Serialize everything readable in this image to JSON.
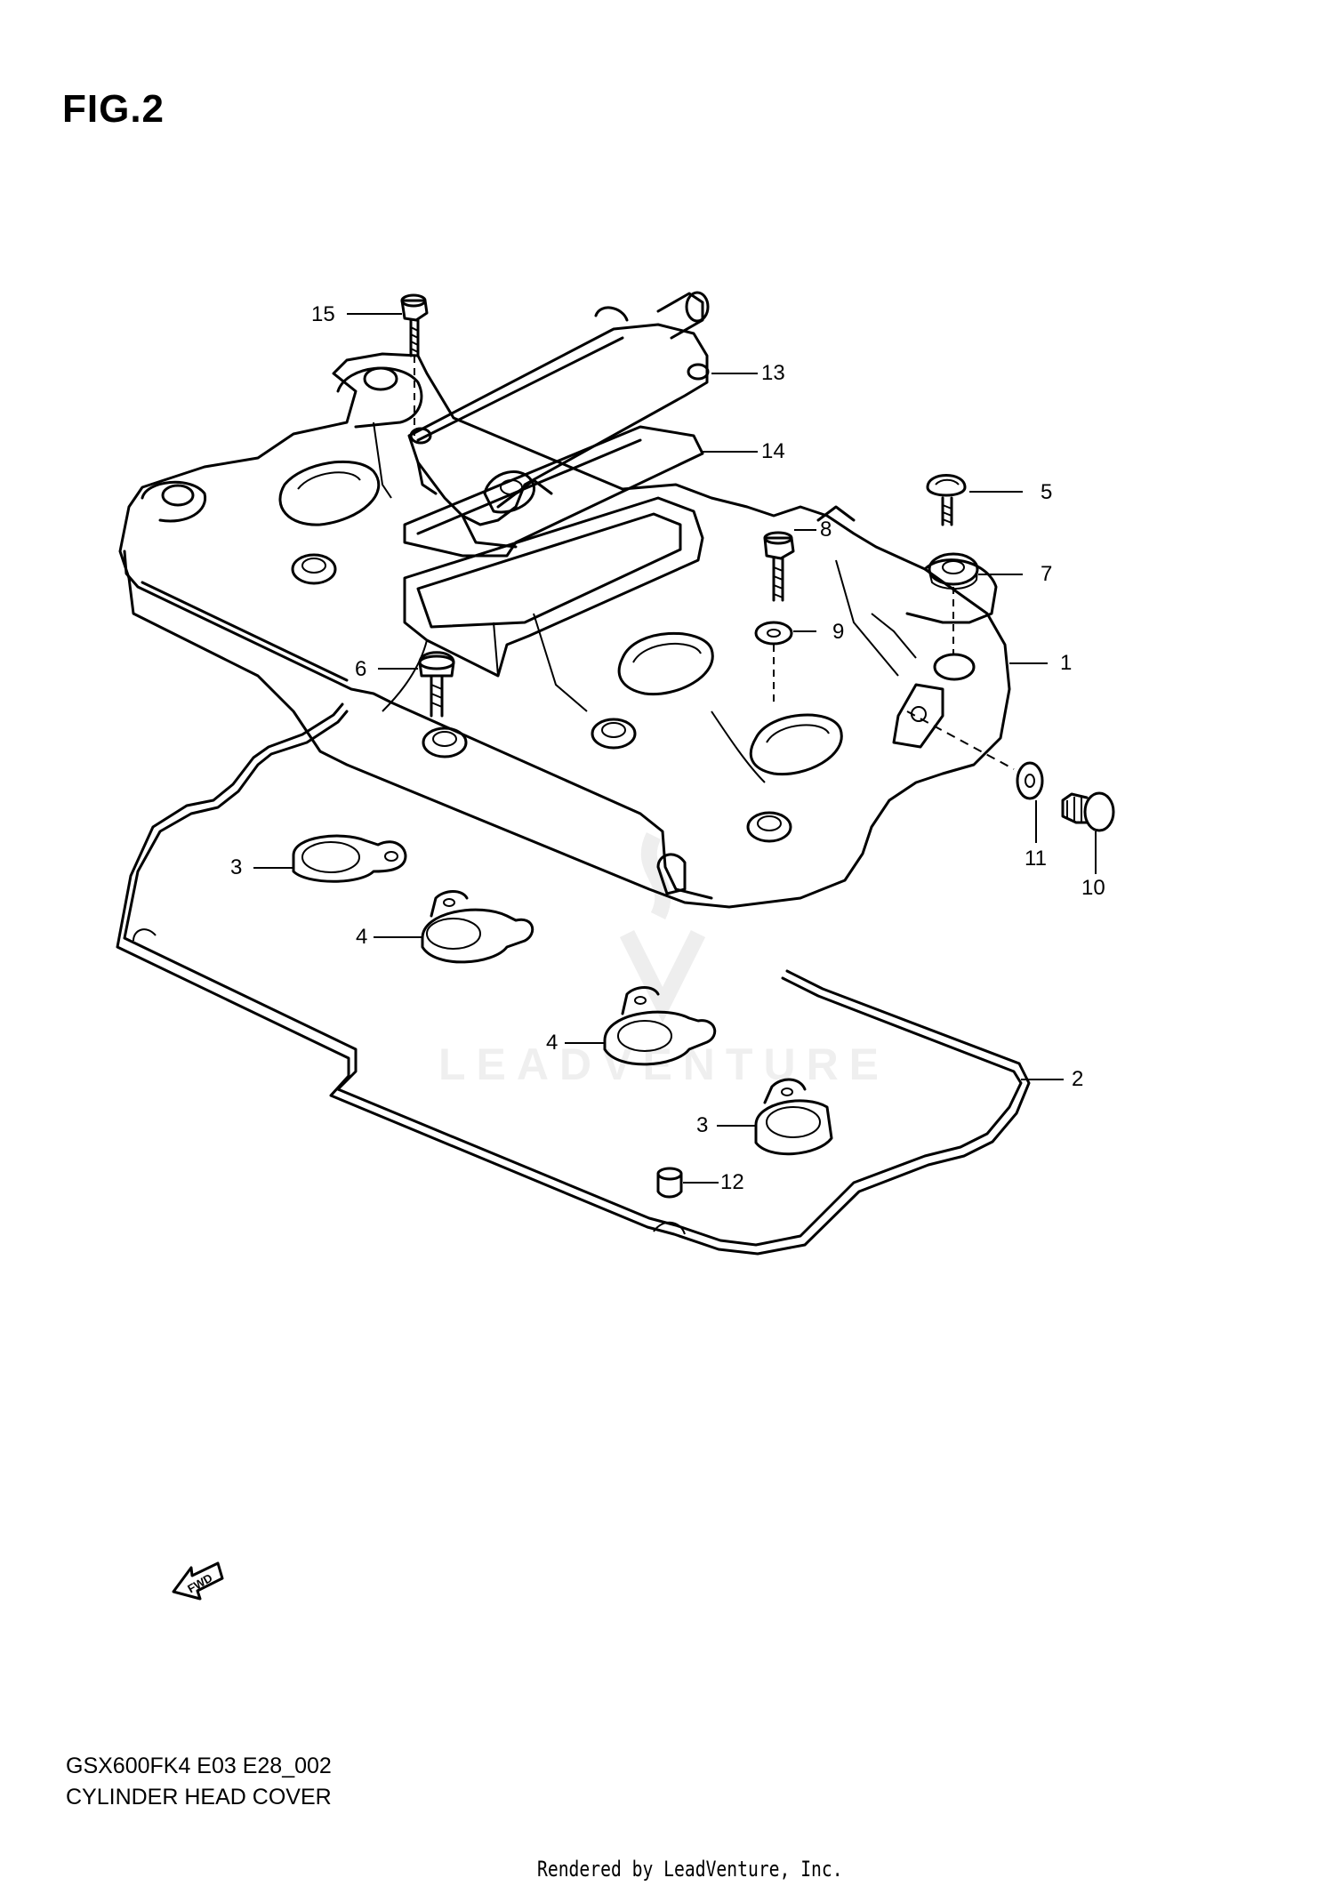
{
  "figure": {
    "title": "FIG.2",
    "watermark": "LEADVENTURE",
    "fwd_label": "FWD"
  },
  "callouts": [
    {
      "id": "c15",
      "label": "15"
    },
    {
      "id": "c13",
      "label": "13"
    },
    {
      "id": "c14",
      "label": "14"
    },
    {
      "id": "c5",
      "label": "5"
    },
    {
      "id": "c8",
      "label": "8"
    },
    {
      "id": "c7",
      "label": "7"
    },
    {
      "id": "c9",
      "label": "9"
    },
    {
      "id": "c1",
      "label": "1"
    },
    {
      "id": "c6",
      "label": "6"
    },
    {
      "id": "c11",
      "label": "11"
    },
    {
      "id": "c10",
      "label": "10"
    },
    {
      "id": "c3a",
      "label": "3"
    },
    {
      "id": "c4a",
      "label": "4"
    },
    {
      "id": "c4b",
      "label": "4"
    },
    {
      "id": "c2",
      "label": "2"
    },
    {
      "id": "c3b",
      "label": "3"
    },
    {
      "id": "c12",
      "label": "12"
    }
  ],
  "footer": {
    "code": "GSX600FK4  E03  E28_002",
    "subtitle": "CYLINDER HEAD COVER",
    "rendered_by": "Rendered by LeadVenture, Inc."
  }
}
